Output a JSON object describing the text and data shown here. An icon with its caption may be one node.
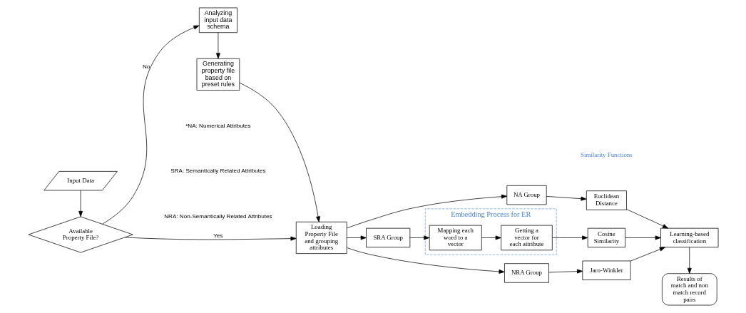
{
  "diagram": {
    "nodes": [
      {
        "text": [
          "Input Data"
        ]
      },
      {
        "text": [
          "Available Property File?"
        ]
      },
      {
        "text": [
          "Analyzing input data schema"
        ]
      },
      {
        "text": [
          "Generating property file based on preset rules"
        ]
      },
      {
        "text": [
          "Loading Property File and grouping attributes"
        ]
      },
      {
        "text": [
          "NA Group"
        ]
      },
      {
        "text": [
          "SRA Group"
        ]
      },
      {
        "text": [
          "NRA Group"
        ]
      },
      {
        "text": [
          "Embedding Process for ER"
        ]
      },
      {
        "text": [
          "Mapping each word to a vector"
        ],
        "in": 8
      },
      {
        "text": [
          "Getting a vector for each attribute"
        ],
        "in": 8
      },
      {
        "text": [
          "Euclidean Distance"
        ]
      },
      {
        "text": [
          "Cosine Similarity"
        ]
      },
      {
        "text": [
          "Jaro-Winkler"
        ]
      },
      {
        "text": [
          "Learning-based classification"
        ]
      },
      {
        "text": [
          "Results of match and non match record pairs"
        ]
      }
    ],
    "edges": [
      {
        "from": 0,
        "to": 1,
        "arrow": "to"
      },
      {
        "from": 1,
        "to": 2,
        "arrow": "to",
        "label": "No"
      },
      {
        "from": 1,
        "to": 4,
        "arrow": "to",
        "label": "Yes"
      },
      {
        "from": 2,
        "to": 3,
        "arrow": "to"
      },
      {
        "from": 3,
        "to": 4,
        "arrow": "to"
      },
      {
        "from": 4,
        "to": 5,
        "arrow": "to"
      },
      {
        "from": 4,
        "to": 6,
        "arrow": "to"
      },
      {
        "from": 4,
        "to": 7,
        "arrow": "to"
      },
      {
        "from": 6,
        "to": 9,
        "arrow": "to"
      },
      {
        "from": 9,
        "to": 10,
        "arrow": "to"
      },
      {
        "from": 10,
        "to": 12,
        "arrow": "to"
      },
      {
        "from": 5,
        "to": 11,
        "arrow": "to"
      },
      {
        "from": 7,
        "to": 13,
        "arrow": "to"
      },
      {
        "from": 11,
        "to": 14,
        "arrow": "to"
      },
      {
        "from": 12,
        "to": 14,
        "arrow": "to"
      },
      {
        "from": 13,
        "to": 14,
        "arrow": "to"
      },
      {
        "from": 14,
        "to": 15,
        "arrow": "to"
      }
    ],
    "labels": [
      "Similarity Functions",
      "*NA: Numerical Attributes",
      "SRA: Semantically Related Attributes",
      "NRA: Non-Semantically Related Attributes"
    ]
  }
}
